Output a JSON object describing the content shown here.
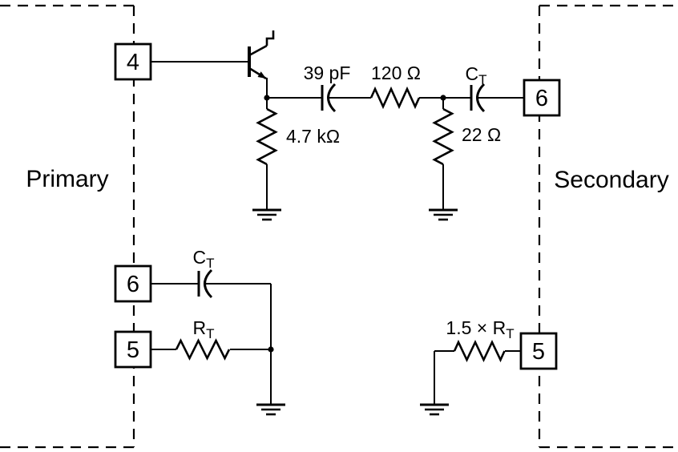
{
  "diagram": {
    "regions": {
      "primary": "Primary",
      "secondary": "Secondary"
    },
    "terminals": {
      "primary_4": "4",
      "secondary_6": "6",
      "primary_6": "6",
      "primary_5": "5",
      "secondary_5": "5"
    },
    "labels": {
      "cap39": "39 pF",
      "r120": "120 Ω",
      "ct_top": {
        "main": "C",
        "sub": "T"
      },
      "r4k7": "4.7 kΩ",
      "r22": "22 Ω",
      "ct_bottom": {
        "main": "C",
        "sub": "T"
      },
      "rt": {
        "main": "R",
        "sub": "T"
      },
      "rt15": {
        "main": "1.5 × R",
        "sub": "T"
      }
    },
    "colors": {
      "line": "#000000",
      "background": "#ffffff"
    }
  }
}
